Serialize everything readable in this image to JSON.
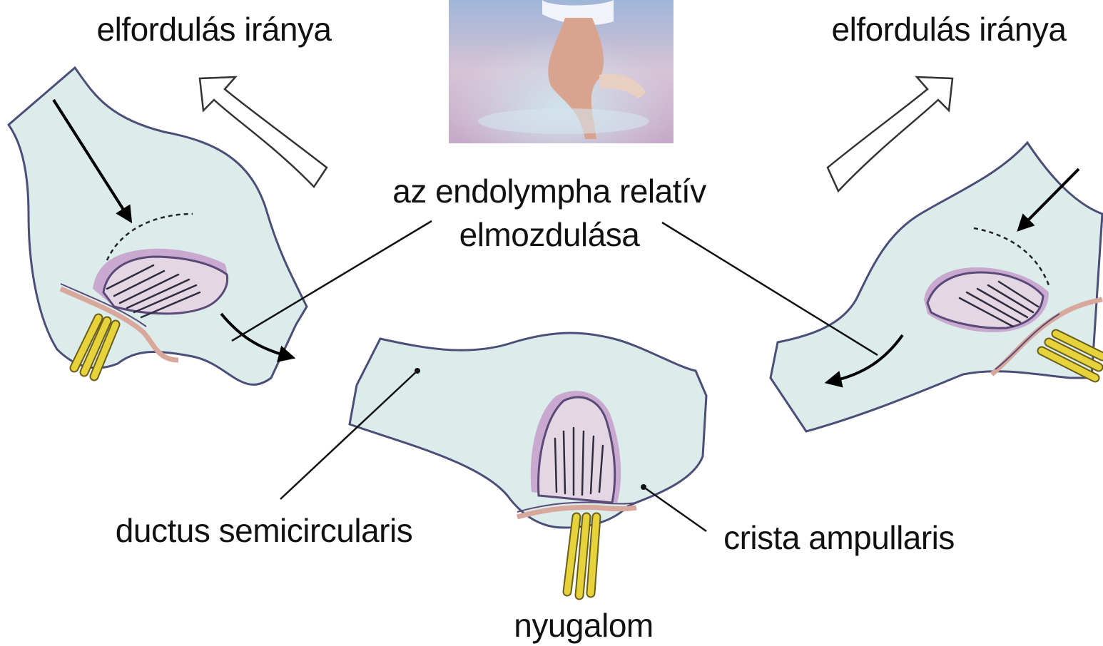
{
  "labels": {
    "rotation_direction_left": "elfordulás iránya",
    "rotation_direction_right": "elfordulás iránya",
    "endolymph_line1": "az endolympha relatív",
    "endolymph_line2": "elmozdulása",
    "ductus": "ductus semicircularis",
    "crista": "crista ampullaris",
    "rest": "nyugalom"
  },
  "colors": {
    "canal_fill": "#dbeceb",
    "canal_outline": "#4b4f78",
    "cupula_fill": "#e4d6e2",
    "nerve": "#e6d23a",
    "crest": "#d9a89c"
  }
}
